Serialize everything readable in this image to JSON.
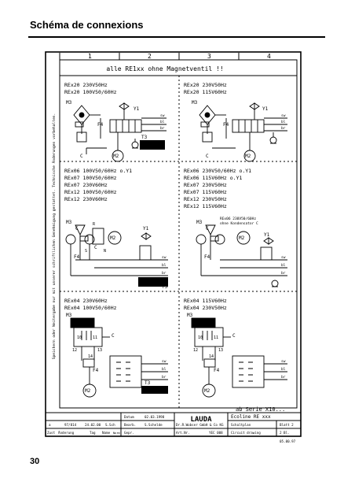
{
  "header": {
    "title": "Schéma de connexions"
  },
  "footer": {
    "page_number": "30"
  },
  "drawing": {
    "column_numbers": [
      "1",
      "2",
      "3",
      "4"
    ],
    "top_title": "alle RE1xx ohne Magnetventil !!",
    "side_note": "Speichern oder Weitergabe nur mit unserer schriftlichen Genehmigung gestattet. Technische Änderungen vorbehalten.",
    "sections": {
      "s1_left_models": [
        "REx20  230V50Hz",
        "REx20  100V50/60Hz"
      ],
      "s1_right_models": [
        "REx20  230V50Hz",
        "REx20  115V60Hz"
      ],
      "s2_left_models": [
        "REx06  100V50/60Hz o.Y1",
        "REx07  100V50/60Hz",
        "REx07  230V60Hz",
        "REx12  100V50/60Hz",
        "REx12  230V60Hz"
      ],
      "s2_right_models": [
        "REx06  230V50/60Hz o.Y1",
        "REx06  115V60Hz o.Y1",
        "REx07  230V50Hz",
        "REx07  115V60Hz",
        "REx12  230V50Hz",
        "REx12  115V60Hz"
      ],
      "s2_right_note": [
        "REx06 230V50/60Hz",
        "ohne Kondensator C"
      ],
      "s3_left_models": [
        "REx04  230V60Hz",
        "REx04  100V50/60Hz"
      ],
      "s3_right_models": [
        "REx04  115V60Hz",
        "REx04  230V50Hz"
      ]
    },
    "components": {
      "m3": "M3",
      "m2": "M2",
      "y1": "Y1",
      "f4": "F4",
      "t3": "T3",
      "c": "C",
      "r": "R",
      "s": "S",
      "n": "N",
      "sw": "sw",
      "bl": "bl",
      "br": "br",
      "t10": "10",
      "t11": "11",
      "t12": "12",
      "t13": "13",
      "t14": "14"
    },
    "series_label": "ab Serie X10...",
    "title_block": {
      "datum_label": "Datum",
      "datum_value": "02.03.1998",
      "bearb_label": "Bearb.",
      "bearb_value": "S.Schelde",
      "gepr_label": "Gepr.",
      "rev_index": "a",
      "rev_date_code": "97/814",
      "rev_date": "24.02.00",
      "rev_name": "S.Sch",
      "zust_label": "Zust",
      "aenderung_label": "Änderung",
      "tag_label": "Tag",
      "name_label": "Name",
      "norm_label": "Norm",
      "company": "LAUDA",
      "company_full": "Dr.R.Wobser GmbH & Co KG",
      "art_label": "Art.Nr.",
      "art_value": "YEC 008",
      "product": "Ecoline RE xxx",
      "doc_title": "Schaltplan",
      "doc_title_en": "Circuit drawing",
      "blatt": "Blatt 2",
      "blatt_count": "2 Bl.",
      "date_code": "05.00.97"
    }
  }
}
